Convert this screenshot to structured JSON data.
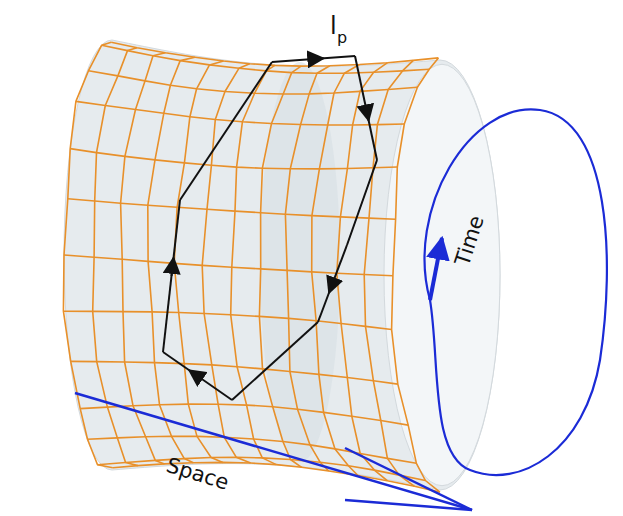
{
  "diagram": {
    "labels": [
      "l",
      "p",
      "Time",
      "Space"
    ]
  }
}
